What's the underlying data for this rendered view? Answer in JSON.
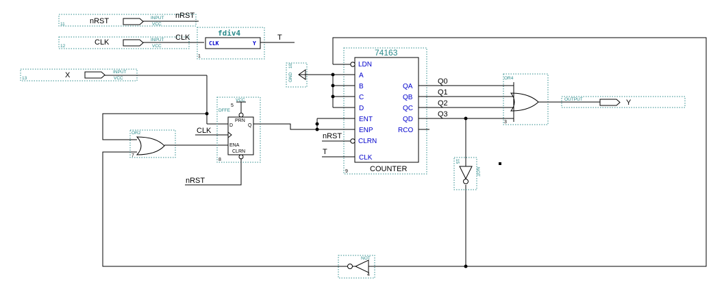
{
  "colors": {
    "wire": "#000000",
    "pin_label": "#0000cc",
    "instance_box": "#2a8a8a",
    "background": "#ffffff"
  },
  "inputs": [
    {
      "id": "11",
      "port": "INPUT",
      "supply": "VCC",
      "name": "nRST",
      "net": "nRST"
    },
    {
      "id": "12",
      "port": "INPUT",
      "supply": "VCC",
      "name": "CLK",
      "net": "CLK"
    },
    {
      "id": "13",
      "port": "INPUT",
      "supply": "VCC",
      "name": "X"
    }
  ],
  "fdiv": {
    "title": "fdiv4",
    "pin_in": "CLK",
    "pin_out": "Y",
    "id": "1",
    "out_net": "T"
  },
  "gnd": {
    "label": "GND",
    "id": "10"
  },
  "counter": {
    "title": "74163",
    "name": "COUNTER",
    "id": "9",
    "left_pins": [
      "LDN",
      "A",
      "B",
      "C",
      "D",
      "ENT",
      "ENP",
      "CLRN",
      "CLK"
    ],
    "right_pins": [
      "QA",
      "QB",
      "QC",
      "QD",
      "RCO"
    ],
    "out_nets": [
      "Q0",
      "Q1",
      "Q2",
      "Q3"
    ],
    "in_nets": [
      "nRST",
      "T"
    ]
  },
  "dffe": {
    "label": "DFFE",
    "supply": "VCC",
    "id_top": "5",
    "id": "8",
    "pins": [
      "PRN",
      "D",
      "Q",
      "ENA",
      "CLRN"
    ],
    "clk_net": "CLK",
    "clrn_net": "nRST"
  },
  "or2": {
    "label": "OR2",
    "id": "7"
  },
  "or4": {
    "label": "OR4",
    "id": "3"
  },
  "not_v": {
    "label": "NOT",
    "id": "15"
  },
  "not_h": {
    "label": "NOT",
    "id": "4"
  },
  "output": {
    "port": "OUTPUT",
    "name": "Y"
  }
}
